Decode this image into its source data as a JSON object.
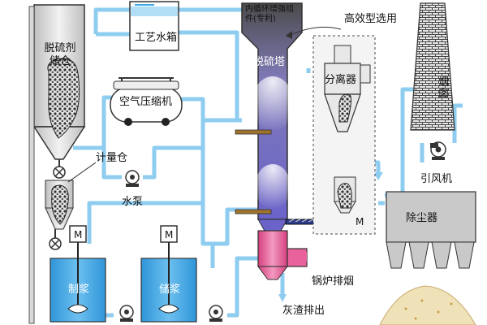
{
  "labels": {
    "desulfurizer_silo": "脱硫剂储仓",
    "process_water_tank": "工艺水箱",
    "air_compressor": "空气压缩机",
    "metering_bin": "计量仓",
    "water_pump": "水泵",
    "slurry_making": "制浆",
    "slurry_storage": "储浆",
    "internal_circulation": "内循环增强组件(专利)",
    "desulfurization_tower": "脱硫塔",
    "high_efficiency_option": "高效型选用",
    "separator": "分离器",
    "chimney": "烟囱",
    "induced_fan": "引风机",
    "dust_collector": "除尘器",
    "boiler_flue_gas": "锅炉排烟",
    "ash_discharge": "灰渣排出",
    "motor": "M"
  },
  "colors": {
    "pipe_blue": "#8fcdf0",
    "tank_blue": "#3fa8e6",
    "tower_gray": "#6f6f6f",
    "tower_purple": "#7c6fc7",
    "inlet_pink": "#e9629b",
    "dust_gray": "#bdbdbd",
    "chimney_dark": "#5a5a5a"
  }
}
